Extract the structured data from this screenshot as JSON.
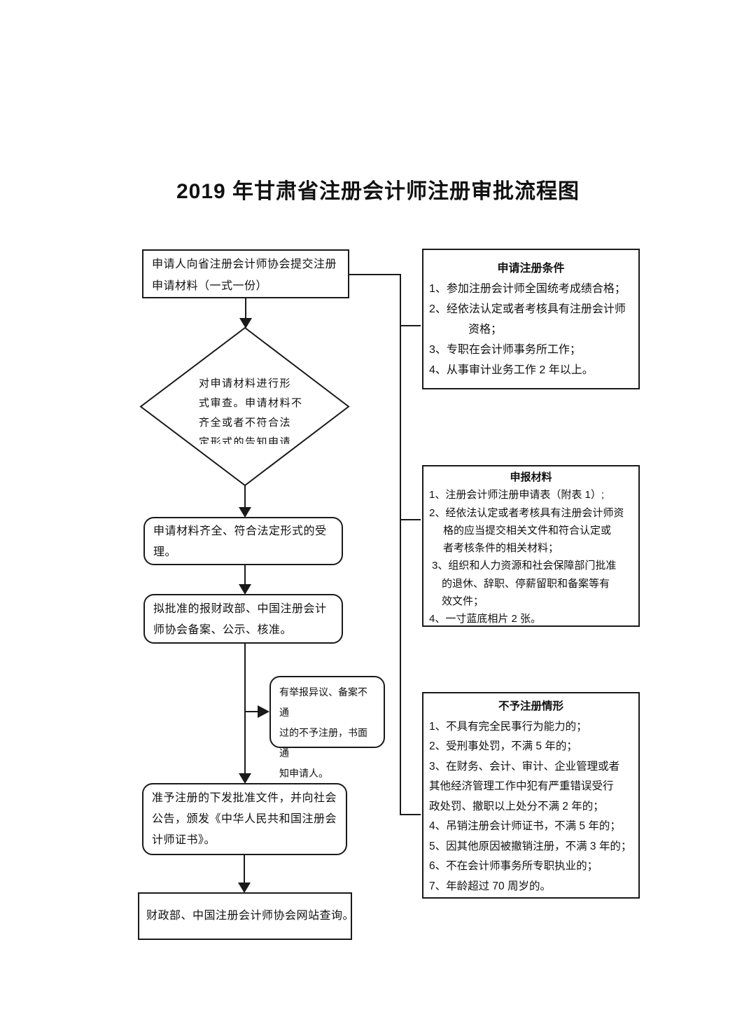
{
  "page": {
    "title": "2019 年甘肃省注册会计师注册审批流程图"
  },
  "colors": {
    "ink": "#1a1a1a",
    "background": "#ffffff"
  },
  "flow": {
    "submit_box": "申请人向省注册会计师协会提交注册\n申请材料（一式一份）",
    "review_diamond": "对申请材料进行形\n式审查。申请材料不\n齐全或者不符合法\n定形式的告知申请",
    "accept_box": "申请材料齐全、符合法定形式的受\n理。",
    "record_box": "拟批准的报财政部、中国注册会计\n师协会备案、公示、核准。",
    "reject_notice_box": "有举报异议、备案不通\n过的不予注册，书面通\n知申请人。",
    "certificate_box": "准予注册的下发批准文件，并向社会\n公告，颁发《中华人民共和国注册会\n计师证书》。",
    "query_box": "财政部、中国注册会计师协会网站查询。"
  },
  "panels": [
    {
      "title": "申请注册条件",
      "lines": [
        {
          "text": "1、参加注册会计师全国统考成绩合格；",
          "indent": 0
        },
        {
          "text": "2、经依法认定或者考核具有注册会计师",
          "indent": 0
        },
        {
          "text": "资格；",
          "indent": 56
        },
        {
          "text": "3、专职在会计师事务所工作；",
          "indent": 0
        },
        {
          "text": "4、从事审计业务工作 2 年以上。",
          "indent": 0
        }
      ]
    },
    {
      "title": "申报材料",
      "lines": [
        {
          "text": "1、注册会计师注册申请表（附表 1）;",
          "indent": 0
        },
        {
          "text": "2、经依法认定或者考核具有注册会计师资",
          "indent": 0
        },
        {
          "text": "格的应当提交相关文件和符合认定或",
          "indent": 20
        },
        {
          "text": "者考核条件的相关材料；",
          "indent": 20
        },
        {
          "text": "3、组织和人力资源和社会保障部门批准",
          "indent": 4
        },
        {
          "text": "的退休、辞职、停薪留职和备案等有",
          "indent": 18
        },
        {
          "text": "效文件；",
          "indent": 18
        },
        {
          "text": "4、一寸蓝底相片 2 张。",
          "indent": 0
        }
      ]
    },
    {
      "title": "不予注册情形",
      "lines": [
        {
          "text": "1、不具有完全民事行为能力的；",
          "indent": 0
        },
        {
          "text": "2、受刑事处罚，不满 5 年的；",
          "indent": 0
        },
        {
          "text": "3、在财务、会计、审计、企业管理或者",
          "indent": 0
        },
        {
          "text": "其他经济管理工作中犯有严重错误受行",
          "indent": 0
        },
        {
          "text": "政处罚、撤职以上处分不满 2 年的；",
          "indent": 0
        },
        {
          "text": "4、吊销注册会计师证书，不满 5 年的；",
          "indent": 0
        },
        {
          "text": "5、因其他原因被撤销注册，不满 3 年的；",
          "indent": 0
        },
        {
          "text": "6、不在会计师事务所专职执业的；",
          "indent": 0
        },
        {
          "text": "7、年龄超过 70 周岁的。",
          "indent": 0
        }
      ]
    }
  ]
}
